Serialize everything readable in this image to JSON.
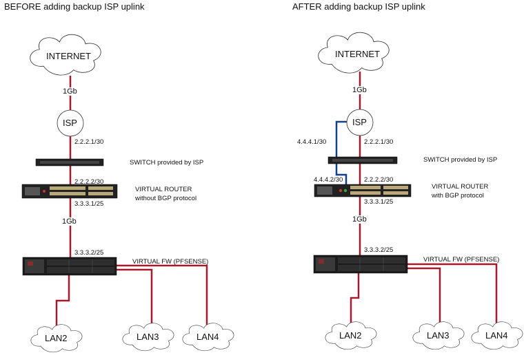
{
  "colors": {
    "link": "#a8192c",
    "backup_link": "#123f8a",
    "device_dark": "#1c1c1c",
    "port_light": "#b9a878"
  },
  "before": {
    "title": "BEFORE adding backup ISP uplink",
    "internet_label": "INTERNET",
    "link_speed_top": "1Gb",
    "isp_label": "ISP",
    "isp_ip": "2.2.2.1/30",
    "switch_label": "SWITCH provided by ISP",
    "router_wan_ip": "2.2.2.2/30",
    "router_label_line1": "VIRTUAL ROUTER",
    "router_label_line2": "without BGP protocol",
    "router_lan_ip": "3.3.3.1/25",
    "link_speed_mid": "1Gb",
    "fw_ip": "3.3.3.2/25",
    "fw_label": "VIRTUAL FW (PFSENSE)",
    "lans": [
      "LAN2",
      "LAN3",
      "LAN4"
    ]
  },
  "after": {
    "title": "AFTER adding backup ISP uplink",
    "internet_label": "INTERNET",
    "link_speed_top": "1Gb",
    "isp_label": "ISP",
    "backup_isp_ip": "4.4.4.1/30",
    "isp_ip": "2.2.2.1/30",
    "switch_label": "SWITCH provided by ISP",
    "backup_router_ip": "4.4.4.2/30",
    "router_wan_ip": "2.2.2.2/30",
    "router_label_line1": "VIRTUAL ROUTER",
    "router_label_line2": "with BGP protocol",
    "router_lan_ip": "3.3.3.1/25",
    "link_speed_mid": "1Gb",
    "fw_ip": "3.3.3.2/25",
    "fw_label": "VIRTUAL FW (PFSENSE)",
    "lans": [
      "LAN2",
      "LAN3",
      "LAN4"
    ]
  }
}
